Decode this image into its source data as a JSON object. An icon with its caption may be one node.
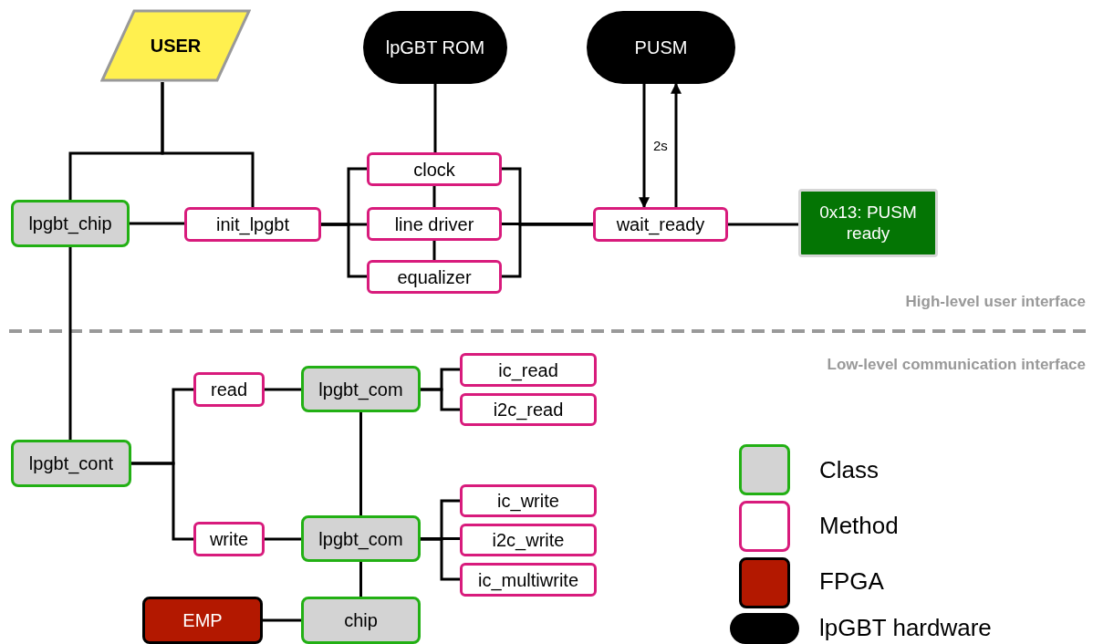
{
  "diagram": {
    "nodes": [
      {
        "text": [
          "USER"
        ]
      },
      {
        "text": [
          "lpGBT ROM"
        ]
      },
      {
        "text": [
          "PUSM"
        ]
      },
      {
        "text": [
          "lpgbt_chip"
        ]
      },
      {
        "text": [
          "init_lpgbt"
        ]
      },
      {
        "text": [
          "clock"
        ]
      },
      {
        "text": [
          "line driver"
        ]
      },
      {
        "text": [
          "equalizer"
        ]
      },
      {
        "text": [
          "wait_ready"
        ]
      },
      {
        "text": [
          "0x13: PUSM ready"
        ]
      },
      {
        "text": [
          "lpgbt_cont"
        ]
      },
      {
        "text": [
          "read"
        ]
      },
      {
        "text": [
          "lpgbt_com"
        ]
      },
      {
        "text": [
          "ic_read"
        ]
      },
      {
        "text": [
          "i2c_read"
        ]
      },
      {
        "text": [
          "write"
        ]
      },
      {
        "text": [
          "lpgbt_com"
        ]
      },
      {
        "text": [
          "ic_write"
        ]
      },
      {
        "text": [
          "i2c_write"
        ]
      },
      {
        "text": [
          "ic_multiwrite"
        ]
      },
      {
        "text": [
          "EMP"
        ]
      },
      {
        "text": [
          "chip"
        ]
      }
    ],
    "edges": [
      {
        "from": 0,
        "to": 3,
        "arrow": "none"
      },
      {
        "from": 0,
        "to": 4,
        "arrow": "none"
      },
      {
        "from": 3,
        "to": 4,
        "arrow": "none"
      },
      {
        "from": 1,
        "to": 5,
        "arrow": "none"
      },
      {
        "from": 5,
        "to": 6,
        "arrow": "none"
      },
      {
        "from": 6,
        "to": 7,
        "arrow": "none"
      },
      {
        "from": 4,
        "to": 5,
        "arrow": "none"
      },
      {
        "from": 4,
        "to": 6,
        "arrow": "none"
      },
      {
        "from": 4,
        "to": 7,
        "arrow": "none"
      },
      {
        "from": 5,
        "to": 8,
        "arrow": "none"
      },
      {
        "from": 6,
        "to": 8,
        "arrow": "none"
      },
      {
        "from": 7,
        "to": 8,
        "arrow": "none"
      },
      {
        "from": 2,
        "to": 8,
        "arrow": "to",
        "label": "2s"
      },
      {
        "from": 8,
        "to": 2,
        "arrow": "to"
      },
      {
        "from": 8,
        "to": 9,
        "arrow": "none"
      },
      {
        "from": 3,
        "to": 10,
        "arrow": "none"
      },
      {
        "from": 10,
        "to": 11,
        "arrow": "none"
      },
      {
        "from": 10,
        "to": 15,
        "arrow": "none"
      },
      {
        "from": 11,
        "to": 12,
        "arrow": "none"
      },
      {
        "from": 15,
        "to": 16,
        "arrow": "none"
      },
      {
        "from": 12,
        "to": 16,
        "arrow": "none"
      },
      {
        "from": 12,
        "to": 13,
        "arrow": "none"
      },
      {
        "from": 12,
        "to": 14,
        "arrow": "none"
      },
      {
        "from": 16,
        "to": 17,
        "arrow": "none"
      },
      {
        "from": 16,
        "to": 18,
        "arrow": "none"
      },
      {
        "from": 16,
        "to": 19,
        "arrow": "none"
      },
      {
        "from": 16,
        "to": 21,
        "arrow": "none"
      },
      {
        "from": 20,
        "to": 21,
        "arrow": "none"
      }
    ],
    "labels": [
      "High-level user interface",
      "Low-level communication interface"
    ],
    "legend": [
      {
        "text": "Class",
        "color": "#d3d3d3"
      },
      {
        "text": "Method",
        "color": "#ffffff"
      },
      {
        "text": "FPGA",
        "color": "#b31800"
      },
      {
        "text": "lpGBT hardware",
        "color": "#000000"
      }
    ]
  }
}
